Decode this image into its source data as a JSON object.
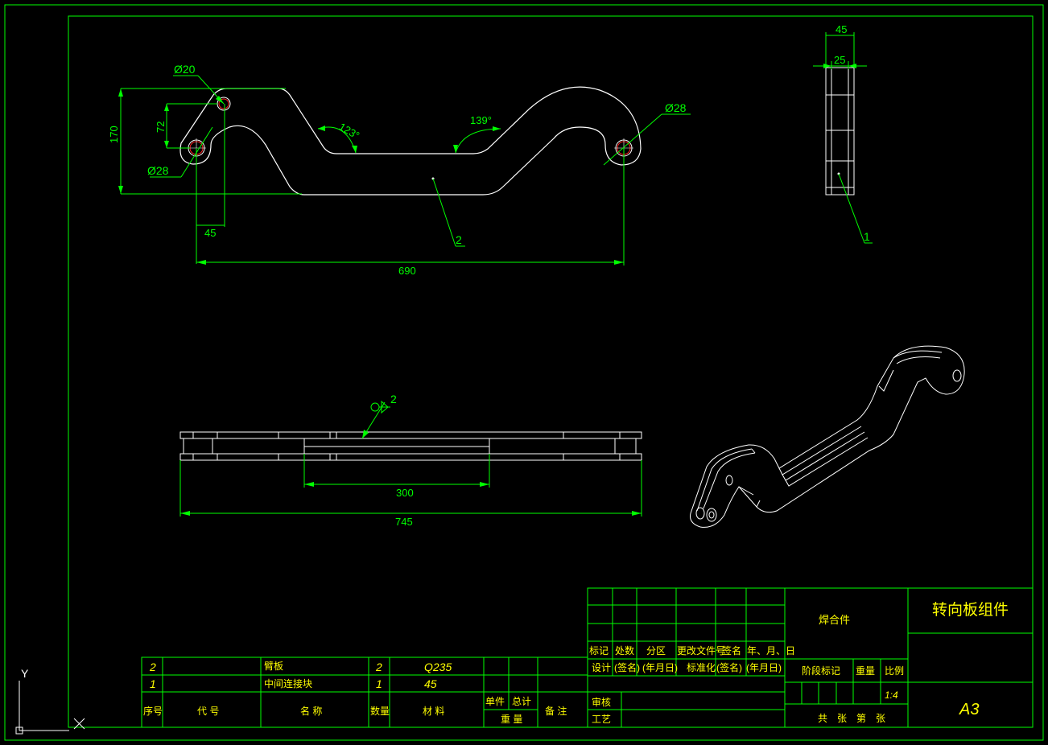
{
  "drawing": {
    "title": "转向板组件",
    "subtitle": "焊合件",
    "sheet_size": "A3",
    "scale": "1:4",
    "colors": {
      "frame": "#00ff00",
      "part": "#ffffff",
      "table_text": "#ffff00",
      "hole_center": "#ff2020"
    }
  },
  "dimensions": {
    "top_view": {
      "hole_left_small": "Ø20",
      "hole_left_large": "Ø28",
      "hole_right": "Ø28",
      "height_total": "170",
      "height_holes": "72",
      "offset_x": "45",
      "length": "690",
      "angle_1": "123°",
      "angle_2": "139°",
      "part_ref": "2"
    },
    "side_view": {
      "width_outer": "45",
      "width_inner": "25",
      "part_ref": "1"
    },
    "front_view": {
      "length": "745",
      "mid_length": "300",
      "weld_ref": "2"
    }
  },
  "bom": {
    "rows": [
      {
        "no": "2",
        "code": "",
        "name": "臂板",
        "qty": "2",
        "material": "Q235"
      },
      {
        "no": "1",
        "code": "",
        "name": "中间连接块",
        "qty": "1",
        "material": "45"
      }
    ],
    "headers": {
      "no": "序号",
      "code": "代 号",
      "name": "名 称",
      "qty": "数量",
      "material": "材 料",
      "unit": "单件",
      "total": "总计",
      "weight": "重 量",
      "remark": "备 注"
    }
  },
  "title_block": {
    "r1": [
      "标记",
      "处数",
      "分区",
      "更改文件号",
      "签名",
      "年、月、日"
    ],
    "r2": [
      "设计",
      "(签名)",
      "(年月日)",
      "标准化",
      "(签名)",
      "(年月日)"
    ],
    "stage": "阶段标记",
    "weight": "重量",
    "scale_label": "比例",
    "review": "审核",
    "process": "工艺",
    "sheets": "共　张　第　张"
  },
  "ucs": {
    "y_label": "Y"
  }
}
